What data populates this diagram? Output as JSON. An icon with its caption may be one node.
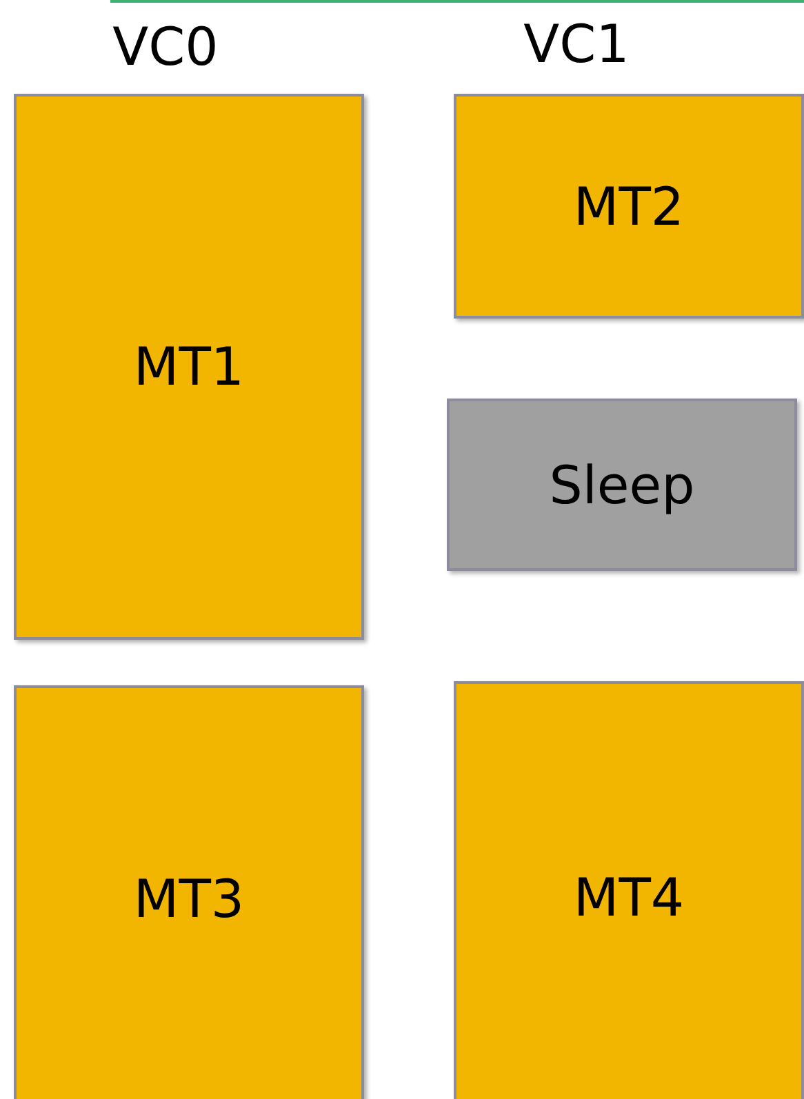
{
  "diagram": {
    "nodes": [
      {
        "text": [
          "MT1"
        ]
      },
      {
        "text": [
          "MT2"
        ]
      },
      {
        "text": [
          "Sleep"
        ]
      },
      {
        "text": [
          "MT3"
        ]
      },
      {
        "text": [
          "MT4"
        ]
      }
    ],
    "labels": [
      "VC0",
      "VC1"
    ]
  }
}
